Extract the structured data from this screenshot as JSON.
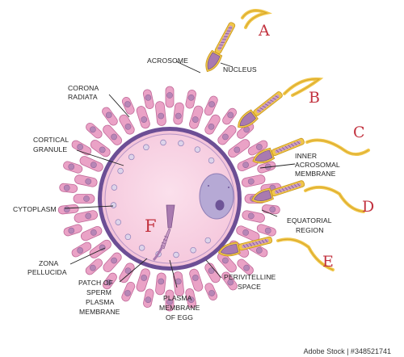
{
  "stage_labels": {
    "a": "A",
    "b": "B",
    "c": "C",
    "d": "D",
    "e": "E",
    "f": "F"
  },
  "labels": {
    "acrosome": "ACROSOME",
    "nucleus": "NUCLEUS",
    "corona_radiata_1": "CORONA",
    "corona_radiata_2": "RADIATA",
    "cortical_granule_1": "CORTICAL",
    "cortical_granule_2": "GRANULE",
    "inner_acrosomal_1": "INNER",
    "inner_acrosomal_2": "ACROSOMAL",
    "inner_acrosomal_3": "MEMBRANE",
    "cytoplasm": "CYTOPLASM",
    "equatorial_1": "EQUATORIAL",
    "equatorial_2": "REGION",
    "zona_1": "ZONA",
    "zona_2": "PELLUCIDA",
    "perivitelline_1": "PERIVITELLINE",
    "perivitelline_2": "SPACE",
    "patch_1": "PATCH OF",
    "patch_2": "SPERM",
    "patch_3": "PLASMA",
    "patch_4": "MEMBRANE",
    "plasma_egg_1": "PLASMA",
    "plasma_egg_2": "MEMBRANE",
    "plasma_egg_3": "OF EGG"
  },
  "watermark": "Adobe Stock | #348521741",
  "colors": {
    "corona_cell": "#eaa2c6",
    "corona_stroke": "#c06a99",
    "corona_nucleus": "#b686b6",
    "zona": "#6c4e95",
    "ooplasm": "#f8d2e3",
    "granule": "#ddd4ea",
    "egg_nucleus": "#b6a9d5",
    "sperm_tail": "#f0c64a",
    "sperm_head": "#a97ab0",
    "label_red": "#c2323f"
  }
}
